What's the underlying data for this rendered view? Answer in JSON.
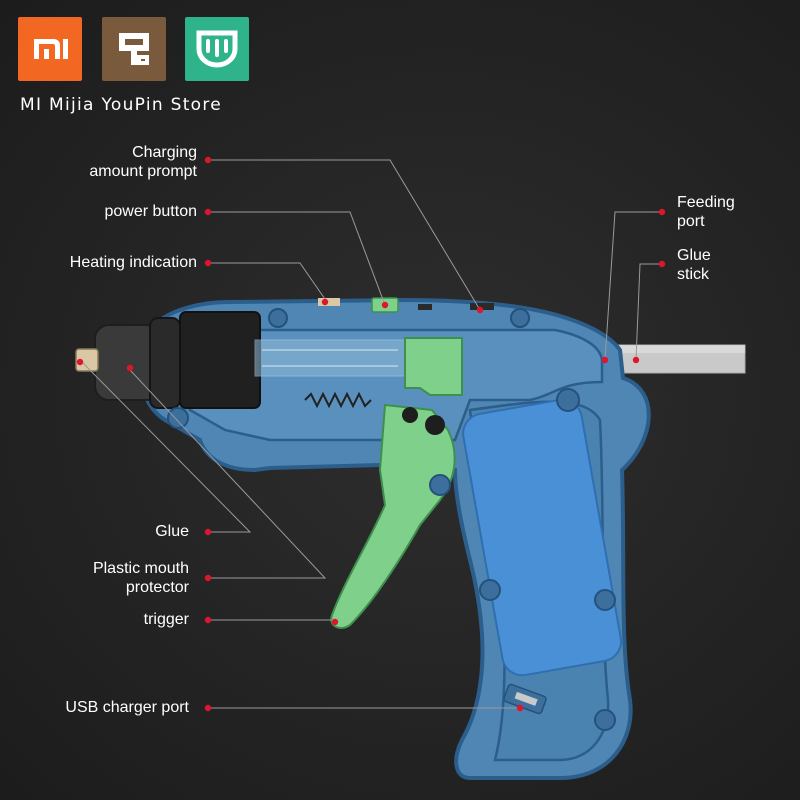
{
  "brand": {
    "logos": [
      {
        "icon": "mi-logo-icon",
        "color": "#f26722"
      },
      {
        "icon": "youpin-logo-icon",
        "color": "#7a5a3c"
      },
      {
        "icon": "mijia-logo-icon",
        "color": "#2fb38a"
      }
    ],
    "store_name": "MI Mijia YouPin Store"
  },
  "labels": {
    "charging_amount_prompt": {
      "line1": "Charging",
      "line2": "amount prompt"
    },
    "power_button": "power button",
    "heating_indication": "Heating indication",
    "feeding_port": {
      "line1": "Feeding",
      "line2": "port"
    },
    "glue_stick": {
      "line1": "Glue",
      "line2": "stick"
    },
    "glue": "Glue",
    "plastic_mouth_protector": {
      "line1": "Plastic mouth",
      "line2": "protector"
    },
    "trigger": "trigger",
    "usb_charger_port": "USB charger port"
  },
  "colors": {
    "body_blue": "#4f86b4",
    "body_dark": "#2c5e8c",
    "accent_green": "#7fd08a",
    "battery_blue": "#4a90d6",
    "marker_red": "#e0142a",
    "leader_line": "#9a9a9a"
  }
}
